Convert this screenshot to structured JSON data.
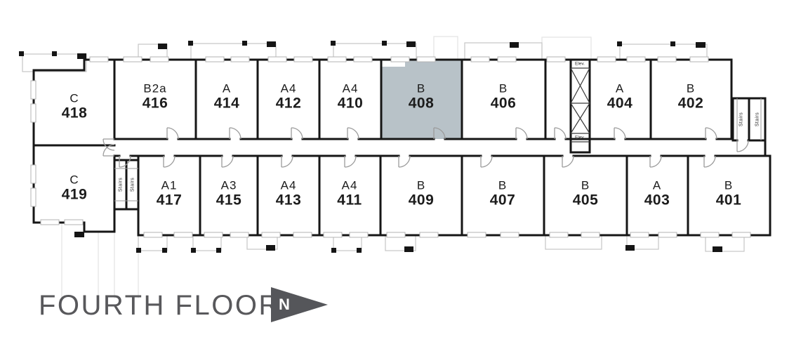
{
  "footer": {
    "floor_label": "FOURTH FLOOR",
    "north_label": "N"
  },
  "utility_labels": {
    "elevator": "Elev.",
    "stairs": "Stairs"
  },
  "colors": {
    "highlight_fill": "#b8c2c8",
    "wall": "#161616",
    "balcony_line": "#c6c6c6",
    "title_text": "#58585b",
    "north_arrow": "#55565a"
  },
  "rooms": [
    {
      "type": "C",
      "number": "418",
      "highlighted": false
    },
    {
      "type": "B2a",
      "number": "416",
      "highlighted": false
    },
    {
      "type": "A",
      "number": "414",
      "highlighted": false
    },
    {
      "type": "A4",
      "number": "412",
      "highlighted": false
    },
    {
      "type": "A4",
      "number": "410",
      "highlighted": false
    },
    {
      "type": "B",
      "number": "408",
      "highlighted": true
    },
    {
      "type": "B",
      "number": "406",
      "highlighted": false
    },
    {
      "type": "A",
      "number": "404",
      "highlighted": false
    },
    {
      "type": "B",
      "number": "402",
      "highlighted": false
    },
    {
      "type": "C",
      "number": "419",
      "highlighted": false
    },
    {
      "type": "A1",
      "number": "417",
      "highlighted": false
    },
    {
      "type": "A3",
      "number": "415",
      "highlighted": false
    },
    {
      "type": "A4",
      "number": "413",
      "highlighted": false
    },
    {
      "type": "A4",
      "number": "411",
      "highlighted": false
    },
    {
      "type": "B",
      "number": "409",
      "highlighted": false
    },
    {
      "type": "B",
      "number": "407",
      "highlighted": false
    },
    {
      "type": "B",
      "number": "405",
      "highlighted": false
    },
    {
      "type": "A",
      "number": "403",
      "highlighted": false
    },
    {
      "type": "B",
      "number": "401",
      "highlighted": false
    }
  ]
}
